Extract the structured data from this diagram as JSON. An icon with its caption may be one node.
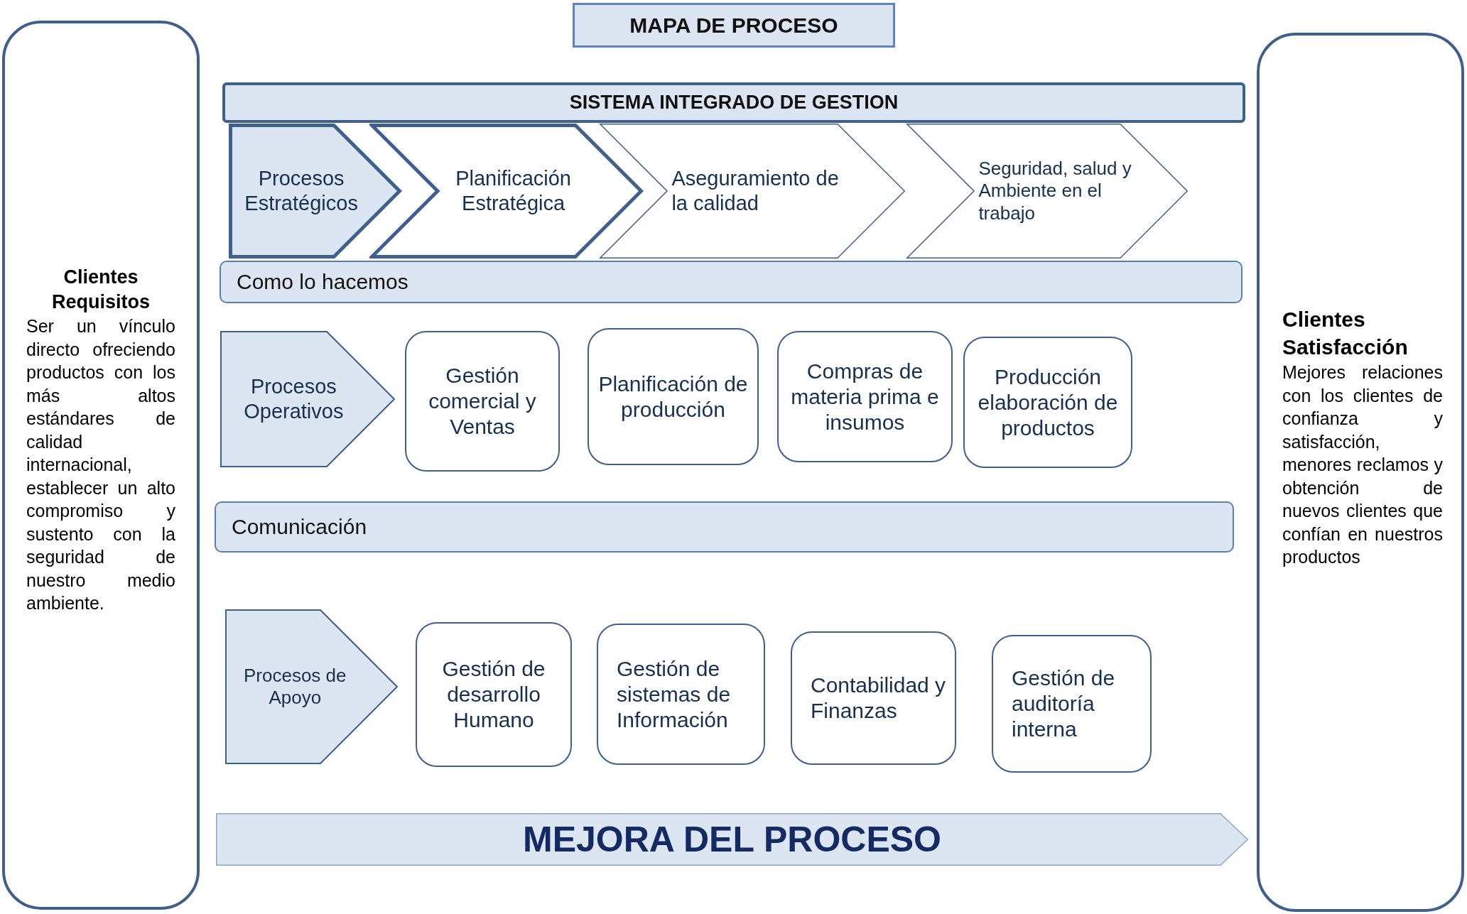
{
  "diagram": {
    "title": "MAPA DE PROCESO",
    "nodes": [
      {
        "text": [
          "Clientes Requisitos",
          "Ser un vínculo directo ofreciendo productos con los más altos estándares de calidad internacional, establecer un alto compromiso y sustento con la seguridad de nuestro medio ambiente."
        ]
      },
      {
        "text": [
          "SISTEMA INTEGRADO DE GESTION"
        ]
      },
      {
        "text": [
          "Procesos Estratégicos"
        ]
      },
      {
        "text": [
          "Planificación Estratégica"
        ]
      },
      {
        "text": [
          "Aseguramiento de la calidad"
        ]
      },
      {
        "text": [
          "Seguridad, salud y Ambiente en el trabajo"
        ]
      },
      {
        "text": [
          "Como lo hacemos"
        ]
      },
      {
        "text": [
          "Procesos Operativos"
        ]
      },
      {
        "text": [
          "Gestión comercial y Ventas"
        ]
      },
      {
        "text": [
          "Planificación de producción"
        ]
      },
      {
        "text": [
          "Compras de materia prima e insumos"
        ]
      },
      {
        "text": [
          "Producción elaboración de productos"
        ]
      },
      {
        "text": [
          "Comunicación"
        ]
      },
      {
        "text": [
          "Procesos de Apoyo"
        ]
      },
      {
        "text": [
          "Gestión de desarrollo Humano"
        ]
      },
      {
        "text": [
          "Gestión de sistemas de Información"
        ]
      },
      {
        "text": [
          "Contabilidad y Finanzas"
        ]
      },
      {
        "text": [
          "Gestión de auditoría interna"
        ]
      },
      {
        "text": [
          "MEJORA DEL PROCESO"
        ]
      },
      {
        "text": [
          "Clientes Satisfacción",
          "Mejores relaciones con los clientes de confianza y satisfacción, menores reclamos y obtención de nuevos clientes que confían en nuestros productos"
        ]
      }
    ]
  }
}
